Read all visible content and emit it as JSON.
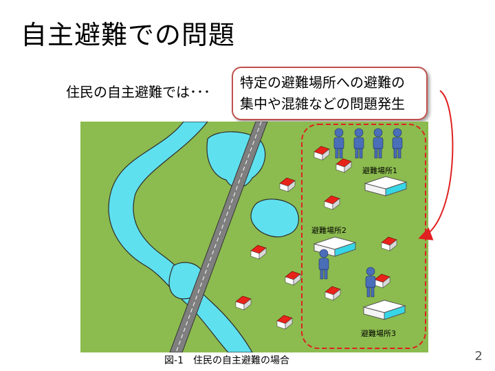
{
  "slide": {
    "title": "自主避難での問題",
    "lead": "住民の自主避難では･･･",
    "callout_line1": "特定の避難場所への避難の",
    "callout_line2": "集中や混雑などの問題発生",
    "caption": "図-1　住民の自主避難の場合",
    "page_number": "2"
  },
  "map": {
    "shelter1": "避難場所1",
    "shelter2": "避難場所2",
    "shelter3": "避難場所3"
  },
  "colors": {
    "grass": "#8cbb4f",
    "river": "#5fe0ee",
    "road": "#7f7f7f",
    "people": "#4a6eb8",
    "highlight": "#e02020"
  }
}
